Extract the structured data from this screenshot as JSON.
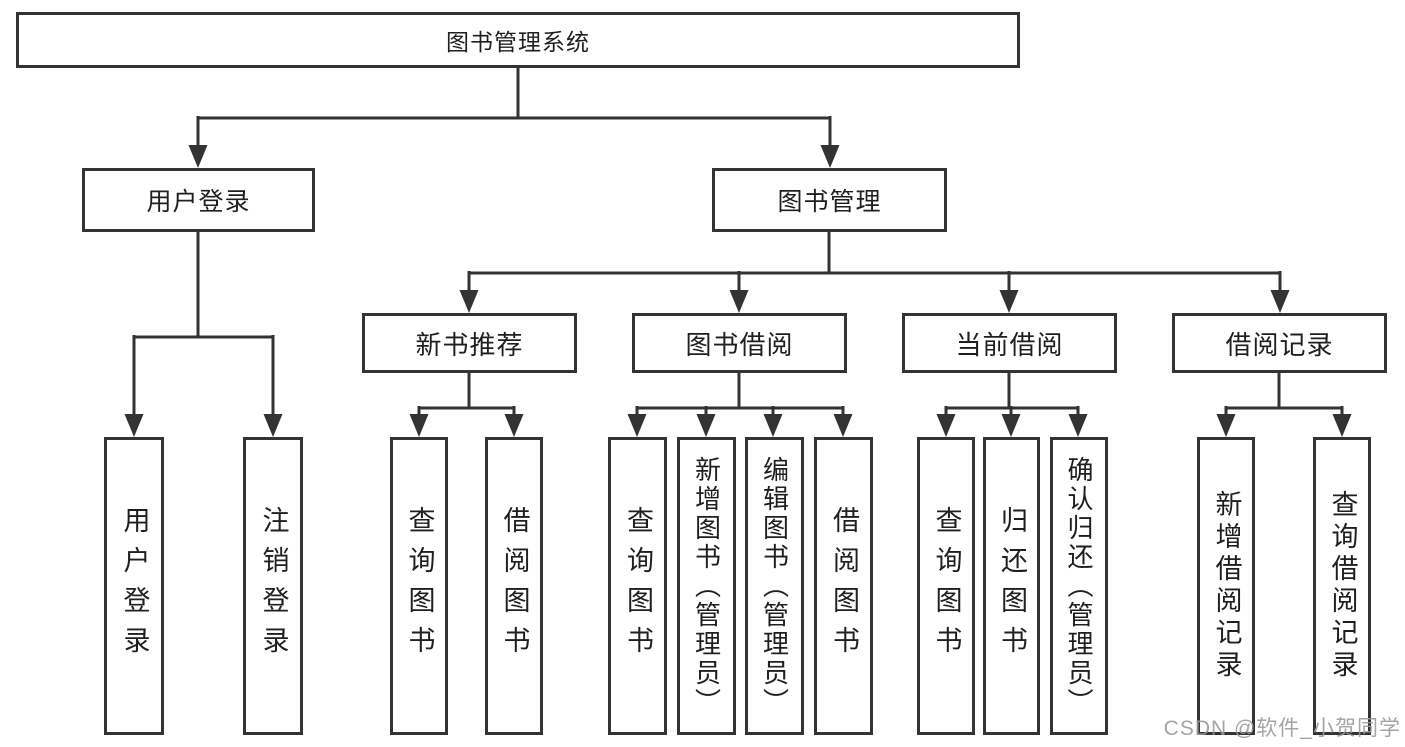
{
  "colors": {
    "line": "#333333",
    "text": "#1f1f1f",
    "watermark": "#9b9b9b",
    "background": "#ffffff"
  },
  "watermark": "CSDN @软件_小贺同学",
  "tree": {
    "label": "图书管理系统",
    "children": [
      {
        "label": "用户登录",
        "children": [
          {
            "label": "用户登录"
          },
          {
            "label": "注销登录"
          }
        ]
      },
      {
        "label": "图书管理",
        "children": [
          {
            "label": "新书推荐",
            "children": [
              {
                "label": "查询图书"
              },
              {
                "label": "借阅图书"
              }
            ]
          },
          {
            "label": "图书借阅",
            "children": [
              {
                "label": "查询图书"
              },
              {
                "label": "新增图书（管理员）"
              },
              {
                "label": "编辑图书（管理员）"
              },
              {
                "label": "借阅图书"
              }
            ]
          },
          {
            "label": "当前借阅",
            "children": [
              {
                "label": "查询图书"
              },
              {
                "label": "归还图书"
              },
              {
                "label": "确认归还（管理员）"
              }
            ]
          },
          {
            "label": "借阅记录",
            "children": [
              {
                "label": "新增借阅记录"
              },
              {
                "label": "查询借阅记录"
              }
            ]
          }
        ]
      }
    ]
  }
}
